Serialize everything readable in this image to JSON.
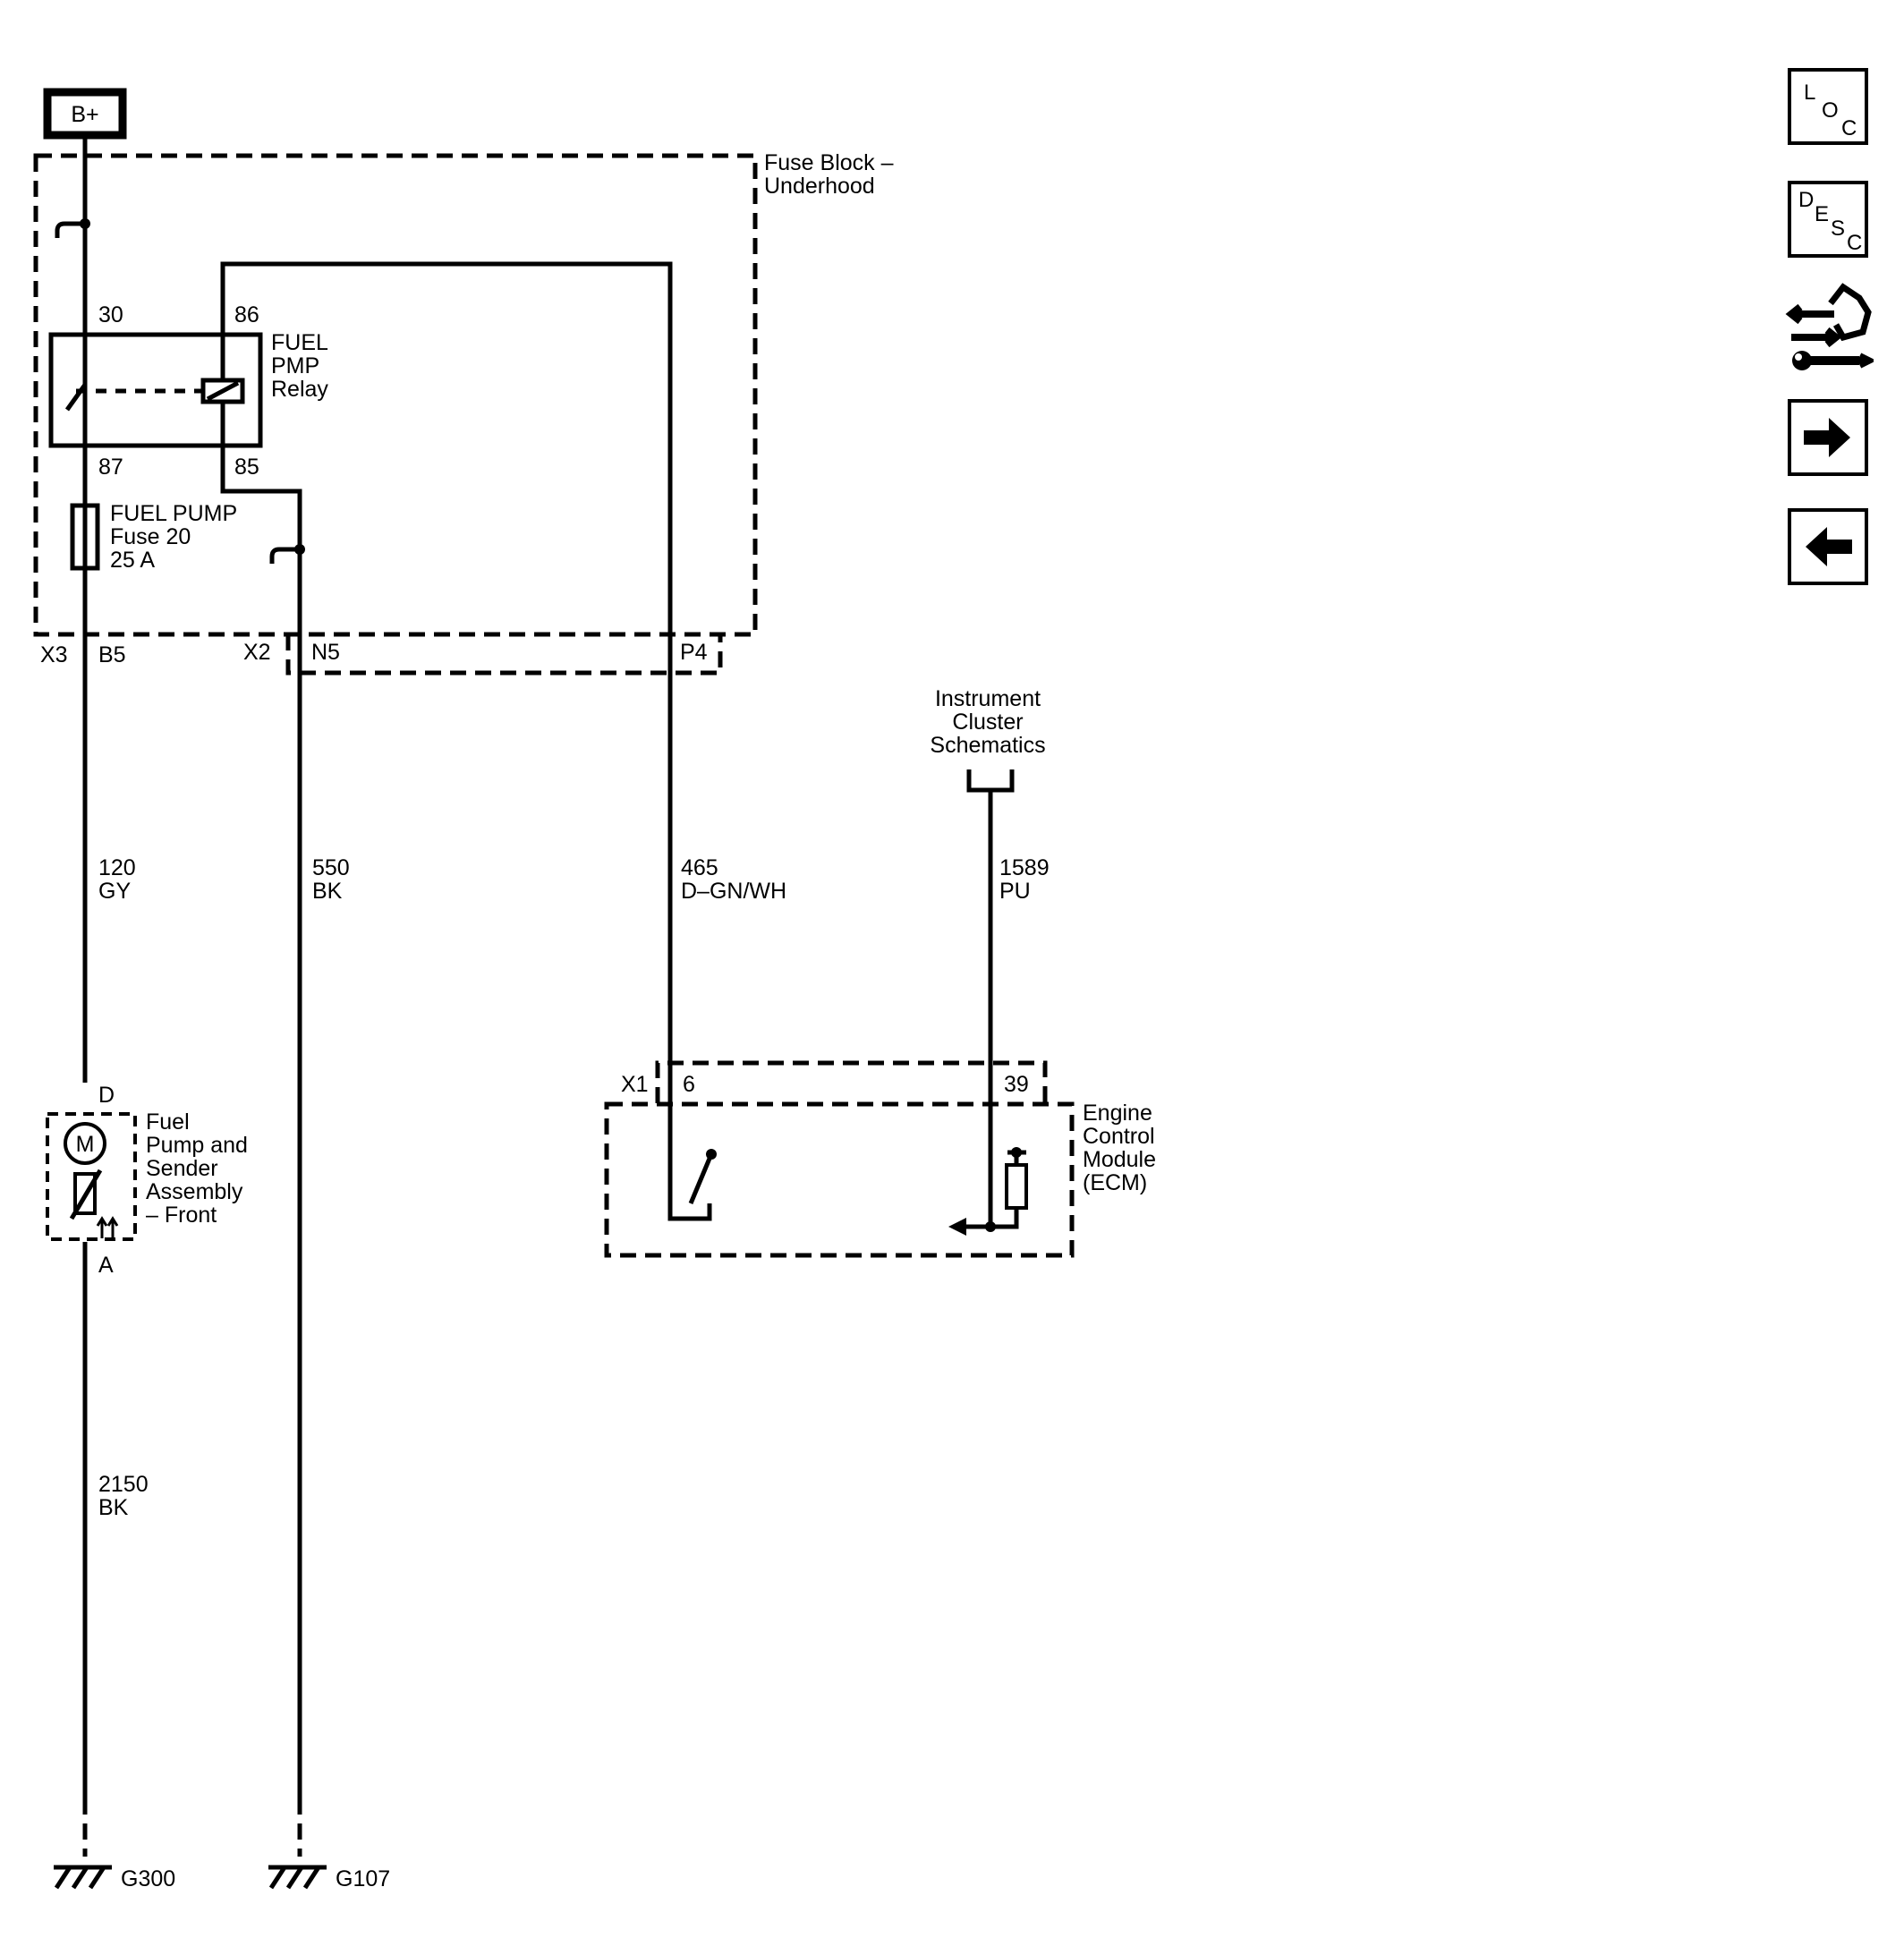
{
  "power": {
    "label": "B+"
  },
  "fuse_block": {
    "line1": "Fuse Block –",
    "line2": "Underhood"
  },
  "relay": {
    "line1": "FUEL",
    "line2": "PMP",
    "line3": "Relay",
    "pin_30": "30",
    "pin_86": "86",
    "pin_87": "87",
    "pin_85": "85"
  },
  "fuse": {
    "line1": "FUEL PUMP",
    "line2": "Fuse 20",
    "line3": "25 A"
  },
  "connectors": {
    "x3": "X3",
    "b5": "B5",
    "x2": "X2",
    "n5": "N5",
    "p4": "P4",
    "x1": "X1",
    "pin6": "6",
    "pin39": "39"
  },
  "instrument_cluster": {
    "line1": "Instrument",
    "line2": "Cluster",
    "line3": "Schematics"
  },
  "wires": [
    {
      "circuit": "120",
      "color": "GY"
    },
    {
      "circuit": "550",
      "color": "BK"
    },
    {
      "circuit": "465",
      "color": "D–GN/WH"
    },
    {
      "circuit": "1589",
      "color": "PU"
    },
    {
      "circuit": "2150",
      "color": "BK"
    }
  ],
  "fuel_pump": {
    "pin_d": "D",
    "pin_a": "A",
    "motor": "M",
    "line1": "Fuel",
    "line2": "Pump and",
    "line3": "Sender",
    "line4": "Assembly",
    "line5": "– Front"
  },
  "ecm": {
    "line1": "Engine",
    "line2": "Control",
    "line3": "Module",
    "line4": "(ECM)"
  },
  "grounds": {
    "g300": "G300",
    "g107": "G107"
  },
  "nav": {
    "loc": [
      "L",
      "O",
      "C"
    ],
    "desc": [
      "D",
      "E",
      "S",
      "C"
    ],
    "icons": [
      "connector-tool-icon",
      "arrow-right-icon",
      "arrow-left-icon"
    ]
  }
}
